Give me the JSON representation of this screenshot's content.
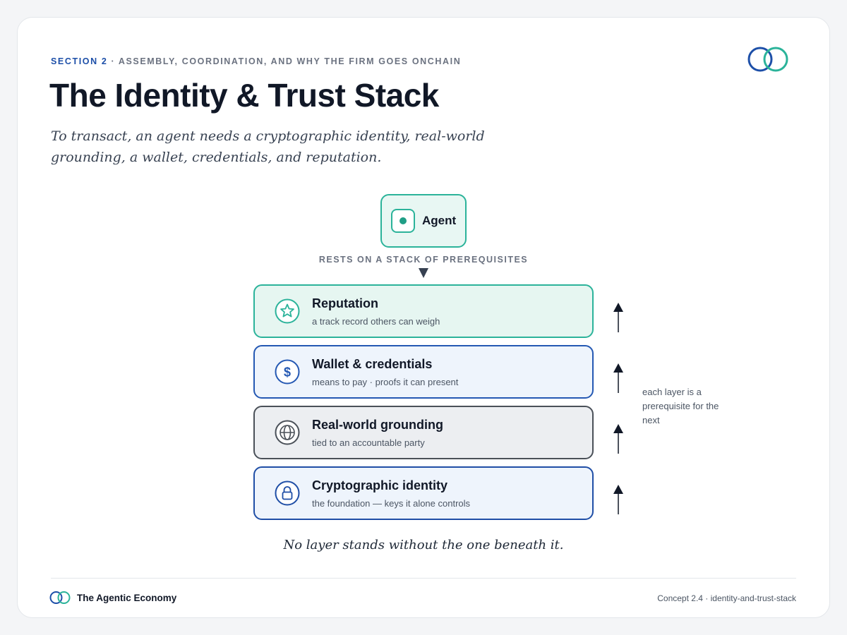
{
  "header": {
    "section_label": "SECTION 2",
    "section_topic": "· ASSEMBLY, COORDINATION, AND WHY THE FIRM GOES ONCHAIN",
    "title": "The Identity & Trust Stack",
    "subtitle": "To transact, an agent needs a cryptographic identity, real-world grounding, a wallet, credentials, and reputation."
  },
  "diagram": {
    "agent": {
      "label": "Agent",
      "icon": "dot-chip-icon"
    },
    "connector_label": "RESTS ON A STACK OF PREREQUISITES",
    "layers": [
      {
        "title": "Reputation",
        "subtitle": "a track record others can weigh",
        "icon": "star-icon",
        "color": "#2bb39a"
      },
      {
        "title": "Wallet & credentials",
        "subtitle": "means to pay · proofs it can present",
        "icon": "dollar-icon",
        "color": "#2458b3"
      },
      {
        "title": "Real-world grounding",
        "subtitle": "tied to an accountable party",
        "icon": "globe-icon",
        "color": "#4a5058"
      },
      {
        "title": "Cryptographic identity",
        "subtitle": "the foundation — keys it alone controls",
        "icon": "lock-icon",
        "color": "#1f4ea6"
      }
    ],
    "side_note": "each layer is a prerequisite for the next",
    "closing": "No layer stands without the one beneath it."
  },
  "footer": {
    "brand": "The Agentic Economy",
    "concept": "Concept 2.4 · identity-and-trust-stack"
  },
  "colors": {
    "teal": "#2bb39a",
    "blue": "#1d4fa8",
    "gray": "#4a5058"
  }
}
